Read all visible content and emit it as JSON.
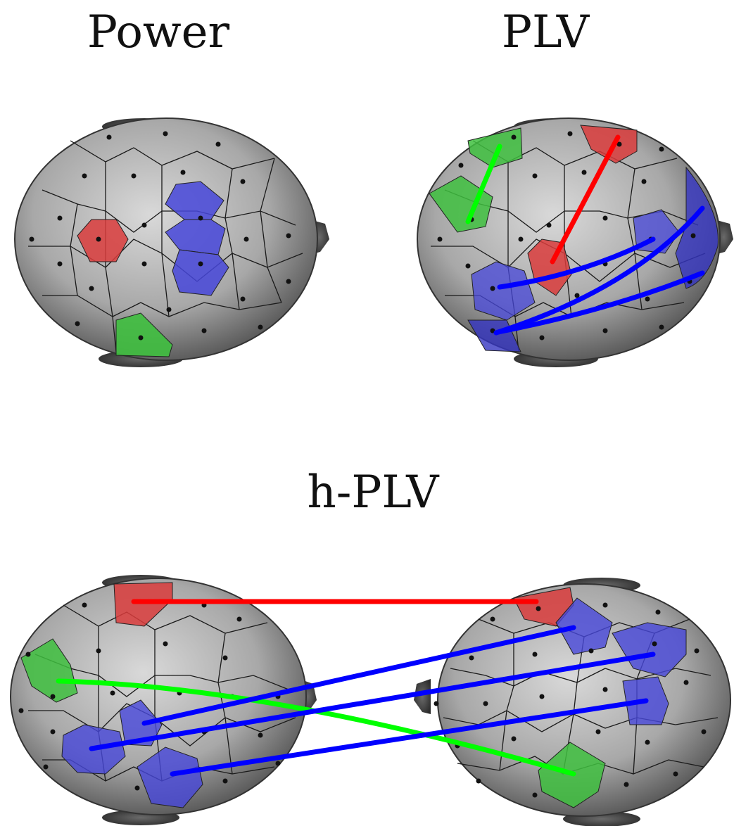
{
  "titles": {
    "power": "Power",
    "plv": "PLV",
    "hplv": "h-PLV"
  },
  "colors": {
    "red": "#ff0000",
    "green": "#00ff00",
    "blue": "#0000ff",
    "red_region": "#d93c3c",
    "green_region": "#3fbf3f",
    "blue_region": "#4747d9",
    "scalp": "#9a9a9a",
    "scalp_edge": "#555555",
    "electrode": "#111111"
  },
  "panels": [
    {
      "id": "power",
      "connections": []
    },
    {
      "id": "plv",
      "connections": [
        {
          "color": "green"
        },
        {
          "color": "red"
        },
        {
          "color": "blue"
        },
        {
          "color": "blue"
        },
        {
          "color": "blue"
        }
      ]
    },
    {
      "id": "hplv",
      "connections": [
        {
          "color": "red"
        },
        {
          "color": "green"
        },
        {
          "color": "blue"
        },
        {
          "color": "blue"
        },
        {
          "color": "blue"
        }
      ]
    }
  ]
}
